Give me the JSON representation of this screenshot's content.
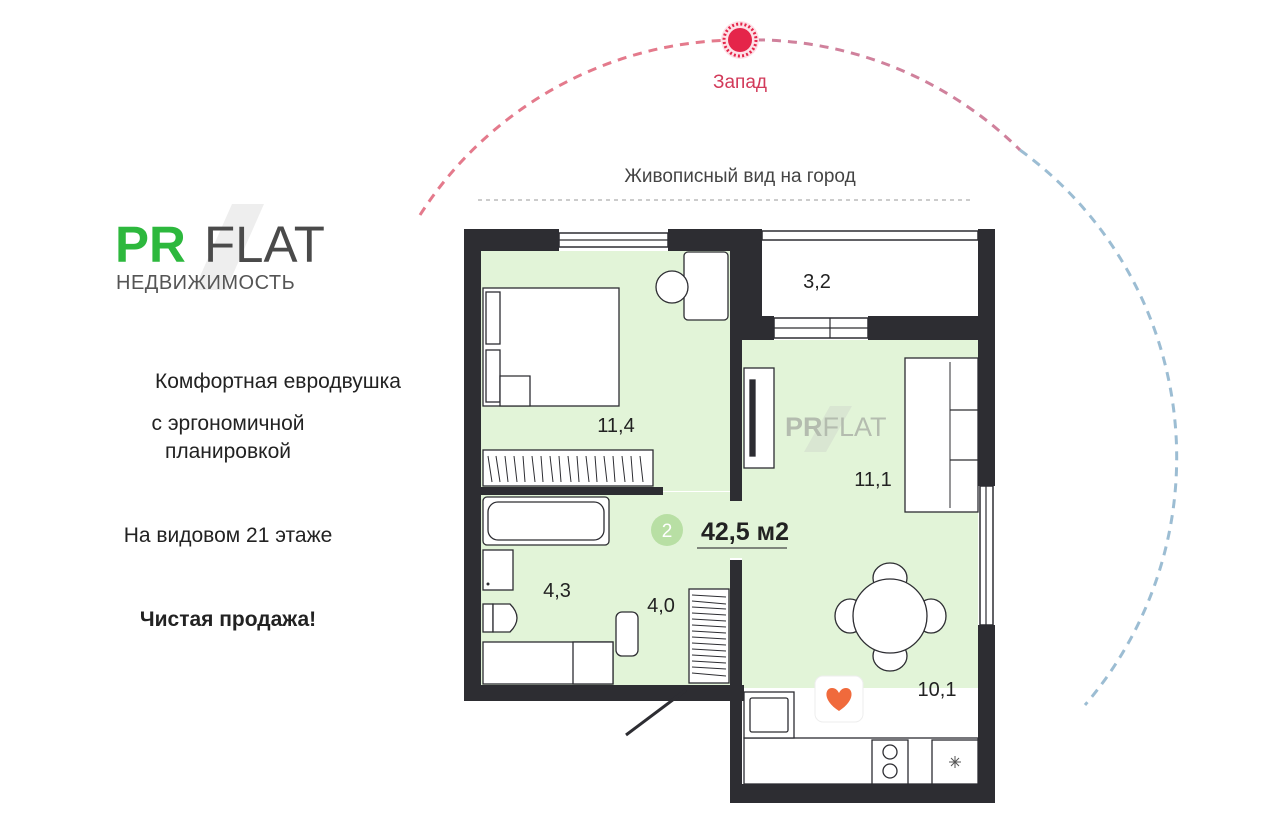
{
  "compass": {
    "direction_label": "Запад",
    "accent_color": "#e5254a"
  },
  "view_label": "Живописный вид на город",
  "brand": {
    "name_bold": "PR",
    "name_light": "FLAT",
    "subtitle": "НЕДВИЖИМОСТЬ",
    "accent_color": "#2db83d",
    "watermark_bold": "PR",
    "watermark_light": "FLAT"
  },
  "description": {
    "line1": "Комфортная евродвушка",
    "line2": "с эргономичной",
    "line3": "планировкой",
    "floor_info": "На видовом 21 этаже",
    "sale_info": "Чистая продажа!"
  },
  "apartment": {
    "rooms_count": "2",
    "total_area": "42,5 м2"
  },
  "rooms": {
    "balcony": "3,2",
    "bedroom": "11,4",
    "living": "11,1",
    "bathroom": "4,3",
    "hall": "4,0",
    "kitchen": "10,1"
  },
  "colors": {
    "wall": "#2d2d32",
    "floor": "#e2f4d8",
    "heart": "#f06a3c"
  }
}
